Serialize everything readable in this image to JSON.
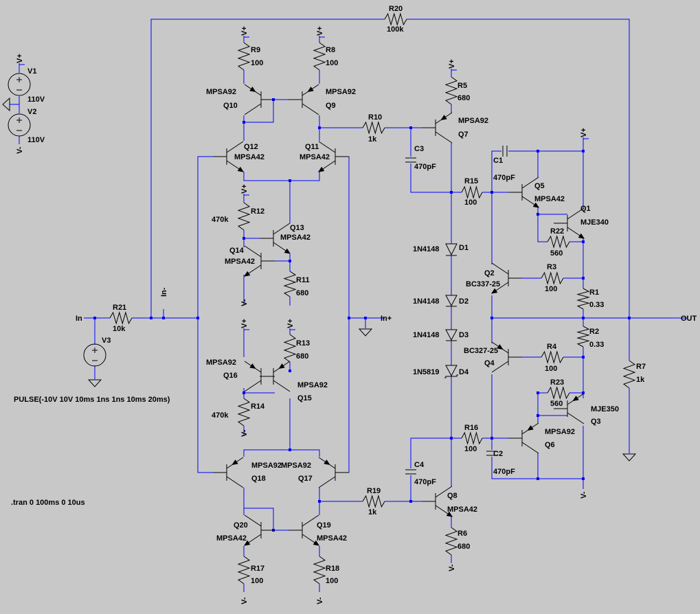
{
  "source": {
    "v1": {
      "name": "V1",
      "value": "110V"
    },
    "v2": {
      "name": "V2",
      "value": "110V"
    },
    "v3": {
      "name": "V3",
      "value": "PULSE(-10V 10V 10ms 1ns 1ns 10ms 20ms)"
    }
  },
  "directive": ".tran 0 100ms 0 10us",
  "nets": {
    "vplus": "V+",
    "vminus": "V-",
    "in": "In",
    "in_minus": "In-",
    "in_plus": "In+",
    "out": "OUT"
  },
  "resistors": [
    {
      "name": "R1",
      "value": "0.33"
    },
    {
      "name": "R2",
      "value": "0.33"
    },
    {
      "name": "R3",
      "value": "100"
    },
    {
      "name": "R4",
      "value": "100"
    },
    {
      "name": "R5",
      "value": "680"
    },
    {
      "name": "R6",
      "value": "680"
    },
    {
      "name": "R7",
      "value": "1k"
    },
    {
      "name": "R8",
      "value": "100"
    },
    {
      "name": "R9",
      "value": "100"
    },
    {
      "name": "R10",
      "value": "1k"
    },
    {
      "name": "R11",
      "value": "680"
    },
    {
      "name": "R12",
      "value": "470k"
    },
    {
      "name": "R13",
      "value": "680"
    },
    {
      "name": "R14",
      "value": "470k"
    },
    {
      "name": "R15",
      "value": "100"
    },
    {
      "name": "R16",
      "value": "100"
    },
    {
      "name": "R17",
      "value": "100"
    },
    {
      "name": "R18",
      "value": "100"
    },
    {
      "name": "R19",
      "value": "1k"
    },
    {
      "name": "R20",
      "value": "100k"
    },
    {
      "name": "R21",
      "value": "10k"
    },
    {
      "name": "R22",
      "value": "560"
    },
    {
      "name": "R23",
      "value": "560"
    }
  ],
  "capacitors": [
    {
      "name": "C1",
      "value": "470pF"
    },
    {
      "name": "C2",
      "value": "470pF"
    },
    {
      "name": "C3",
      "value": "470pF"
    },
    {
      "name": "C4",
      "value": "470pF"
    }
  ],
  "diodes": [
    {
      "name": "D1",
      "model": "1N4148"
    },
    {
      "name": "D2",
      "model": "1N4148"
    },
    {
      "name": "D3",
      "model": "1N4148"
    },
    {
      "name": "D4",
      "model": "1N5819"
    }
  ],
  "transistors": [
    {
      "name": "Q1",
      "model": "MJE340"
    },
    {
      "name": "Q2",
      "model": "BC337-25"
    },
    {
      "name": "Q3",
      "model": "MJE350"
    },
    {
      "name": "Q4",
      "model": "BC327-25"
    },
    {
      "name": "Q5",
      "model": "MPSA42"
    },
    {
      "name": "Q6",
      "model": "MPSA92"
    },
    {
      "name": "Q7",
      "model": "MPSA92"
    },
    {
      "name": "Q8",
      "model": "MPSA42"
    },
    {
      "name": "Q9",
      "model": "MPSA92"
    },
    {
      "name": "Q10",
      "model": "MPSA92"
    },
    {
      "name": "Q11",
      "model": "MPSA42"
    },
    {
      "name": "Q12",
      "model": "MPSA42"
    },
    {
      "name": "Q13",
      "model": "MPSA42"
    },
    {
      "name": "Q14",
      "model": "MPSA42"
    },
    {
      "name": "Q15",
      "model": "MPSA92"
    },
    {
      "name": "Q16",
      "model": "MPSA92"
    },
    {
      "name": "Q17",
      "model": "MPSA92"
    },
    {
      "name": "Q18",
      "model": "MPSA92"
    },
    {
      "name": "Q19",
      "model": "MPSA42"
    },
    {
      "name": "Q20",
      "model": "MPSA42"
    }
  ]
}
